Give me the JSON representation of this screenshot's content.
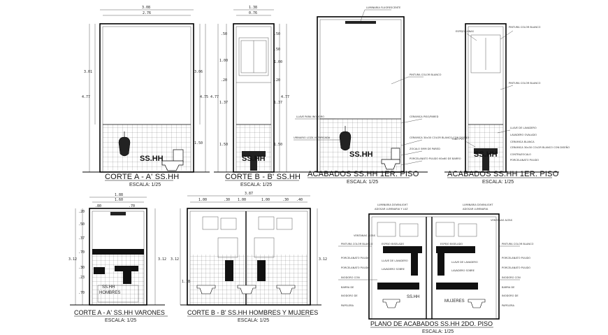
{
  "views": {
    "v1": {
      "title": "CORTE A - A' SS.HH",
      "scale": "ESCALA: 1/25",
      "stamp": "SS.HH",
      "dims": {
        "top": "3.08",
        "top_inner": "2.76",
        "left_total": "4.77",
        "left_upper": "3.01",
        "right_upper": "3.06",
        "right_total": "4.75",
        "right_lower": "1.50"
      }
    },
    "v2": {
      "title": "CORTE B - B' SS.HH",
      "scale": "ESCALA: 1/25",
      "stamp": "SS.HH",
      "dims": {
        "top": "1.38",
        "top_inner": "0.76",
        "left": [
          "1.00",
          ".20",
          "1.37",
          "1.50",
          ".50"
        ],
        "right": [
          ".50",
          ".50",
          "1.00",
          ".20",
          "1.37",
          "1.50"
        ],
        "left_total": "4.77",
        "right_total": "4.77"
      }
    },
    "v3": {
      "title": "ACABADOS SS.HH 1ER. PISO",
      "scale": "ESCALA: 1/25",
      "stamp": "SS.HH",
      "notes": [
        "LUMINARIA FLUORESCENTE",
        "PINTURA COLOR BLANCO",
        "LLAVE PARA INODORO",
        "URINARIO LOZA VITRIFICADA",
        "CERAMICA PISO/PARED",
        "CERAMICA 30x30 COLOR BLANCO CON DISEÑO",
        "ZOCALO 5MM DE PARED",
        "PORCELANATO PULIDO 60x60 DE BARRO"
      ]
    },
    "v4": {
      "title": "ACABADOS SS.HH 1ER. PISO",
      "scale": "ESCALA: 1/25",
      "stamp": "SS.HH",
      "notes": [
        "ESPEJO LUNAS",
        "PINTURA COLOR BLANCO",
        "PINTURA COLOR BLANCO",
        "LLAVE DE LAVADERO",
        "LAVADERO OVALADO",
        "CERAMICA BLANCA",
        "TUBO PVC",
        "CERAMICA 30x30 COLOR BLANCO CON DISEÑO",
        "CONTRAZOCALO",
        "PORCELANATO PULIDO"
      ]
    },
    "v5": {
      "title": "CORTE A - A' SS.HH VARONES",
      "scale": "ESCALA: 1/25",
      "stamp": "SS.HH",
      "stamp_sub": "HOMBRES",
      "dims": {
        "top": "1.88",
        "top_inner": "1.60",
        "left_total": "3.12",
        "right_total": "3.12",
        "left": [
          ".20",
          ".50",
          ".37",
          ".70",
          ".30",
          ".23",
          ".70"
        ],
        "bottom": [
          ".80",
          ".70"
        ]
      }
    },
    "v6": {
      "title": "CORTE B - B' SS.HH HOMBRES Y MUJERES",
      "scale": "ESCALA: 1/25",
      "dims": {
        "top": "3.87",
        "top_segments": [
          "1.00",
          ".30",
          "1.00",
          "1.00",
          ".30",
          ".40"
        ],
        "left_total": "3.12",
        "right_total": "3.12",
        "left_lower": "1.18"
      }
    },
    "v7": {
      "title": "PLANO DE ACABADOS SS.HH 2DO. PISO",
      "scale": "ESCALA: 1/25",
      "stamp": "SS.HH",
      "stamp_sub": "MUJERES",
      "notes_left": [
        "LUMINARIA DOWNLIGHT",
        "ADOSAR LUMINARIA Y LUZ",
        "VENTANAS ALTAS",
        "PINTURA COLOR BLANCO",
        "ESPEJO BISELADO",
        "LLAVE DE LAVADERO",
        "PORCELANATO PULIDO",
        "LAVADERO SOBRE",
        "PORCELANATO PULIDO",
        "INODORO CON",
        "BARRA DE",
        "INODORO DE",
        "PAPELERA"
      ],
      "notes_right": [
        "LUMINARIA DOWNLIGHT",
        "ADOSAR LUMINARIA",
        "VENTANAS ALTAS",
        "PINTURA COLOR BLANCO",
        "ESPEJO BISELADO",
        "LLAVE DE LAVADERO",
        "PORCELANATO PULIDO",
        "LAVADERO SOBRE",
        "PORCELANATO PULIDO",
        "INODORO CON",
        "BARRA DE",
        "INODORO DE",
        "PAPELERA"
      ]
    }
  }
}
